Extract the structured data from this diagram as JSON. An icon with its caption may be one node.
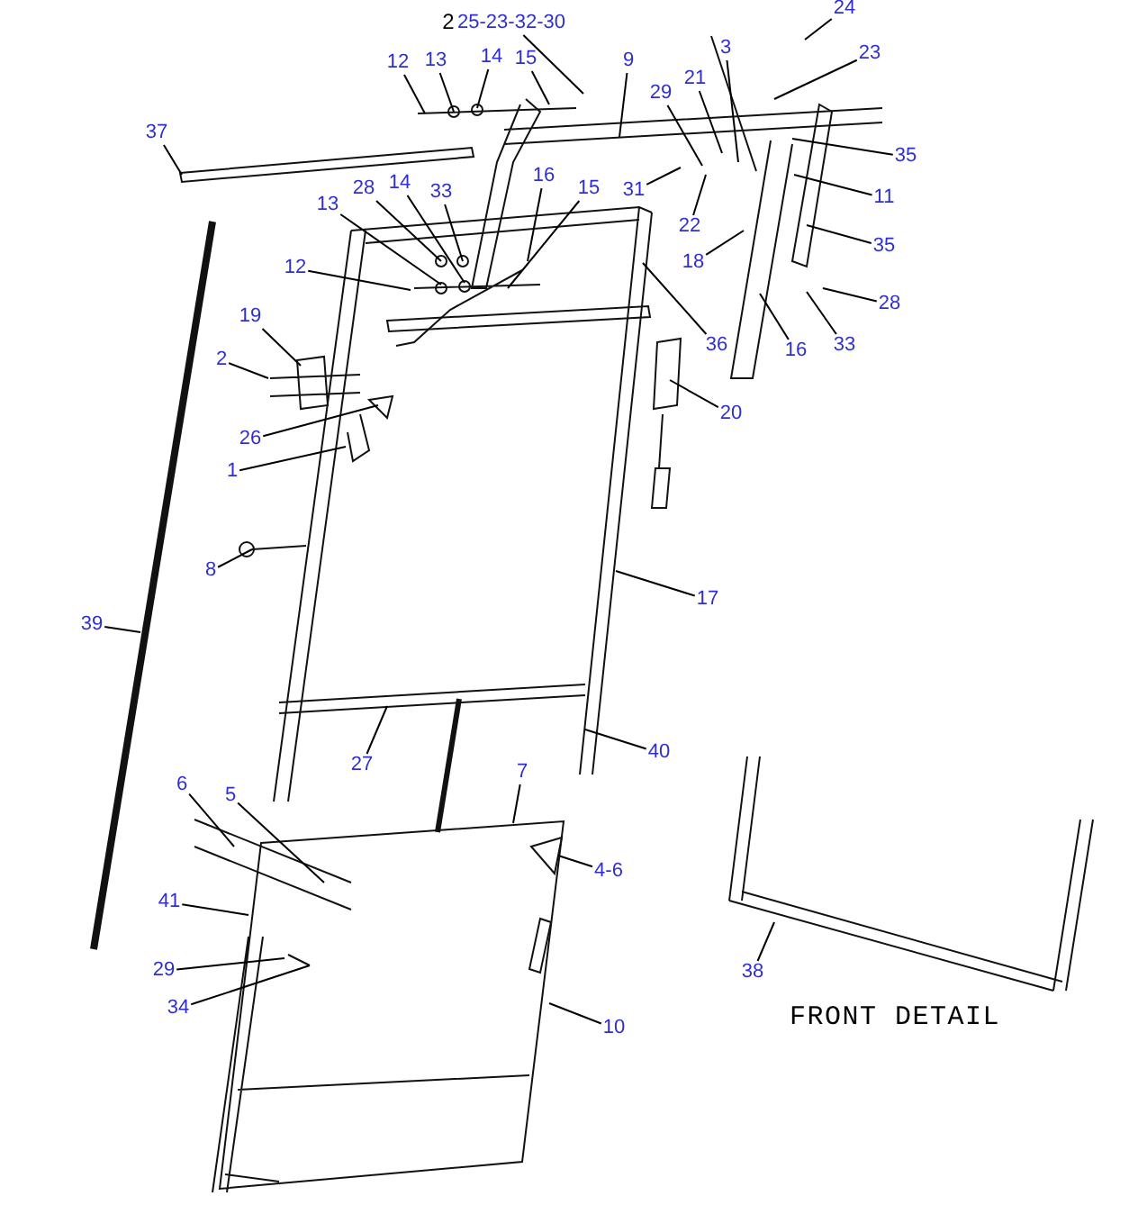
{
  "diagram": {
    "nodes": [
      {
        "text": [
          "25-23-32-30"
        ]
      },
      {
        "text": [
          "24"
        ]
      },
      {
        "text": [
          "12"
        ]
      },
      {
        "text": [
          "13"
        ]
      },
      {
        "text": [
          "14"
        ]
      },
      {
        "text": [
          "15"
        ]
      },
      {
        "text": [
          "9"
        ]
      },
      {
        "text": [
          "3"
        ]
      },
      {
        "text": [
          "23"
        ]
      },
      {
        "text": [
          "37"
        ]
      },
      {
        "text": [
          "21"
        ]
      },
      {
        "text": [
          "29"
        ]
      },
      {
        "text": [
          "35"
        ]
      },
      {
        "text": [
          "31"
        ]
      },
      {
        "text": [
          "22"
        ]
      },
      {
        "text": [
          "11"
        ]
      },
      {
        "text": [
          "28"
        ]
      },
      {
        "text": [
          "14"
        ]
      },
      {
        "text": [
          "33"
        ]
      },
      {
        "text": [
          "16"
        ]
      },
      {
        "text": [
          "15"
        ]
      },
      {
        "text": [
          "13"
        ]
      },
      {
        "text": [
          "35"
        ]
      },
      {
        "text": [
          "18"
        ]
      },
      {
        "text": [
          "12"
        ]
      },
      {
        "text": [
          "36"
        ]
      },
      {
        "text": [
          "28"
        ]
      },
      {
        "text": [
          "19"
        ]
      },
      {
        "text": [
          "33"
        ]
      },
      {
        "text": [
          "16"
        ]
      },
      {
        "text": [
          "2"
        ]
      },
      {
        "text": [
          "20"
        ]
      },
      {
        "text": [
          "26"
        ]
      },
      {
        "text": [
          "1"
        ]
      },
      {
        "text": [
          "8"
        ]
      },
      {
        "text": [
          "39"
        ]
      },
      {
        "text": [
          "17"
        ]
      },
      {
        "text": [
          "40"
        ]
      },
      {
        "text": [
          "27"
        ]
      },
      {
        "text": [
          "7"
        ]
      },
      {
        "text": [
          "6"
        ]
      },
      {
        "text": [
          "5"
        ]
      },
      {
        "text": [
          "4-6"
        ]
      },
      {
        "text": [
          "41"
        ]
      },
      {
        "text": [
          "38"
        ]
      },
      {
        "text": [
          "29"
        ]
      },
      {
        "text": [
          "34"
        ]
      },
      {
        "text": [
          "10"
        ]
      }
    ],
    "edges": [
      {
        "from": 0,
        "to": null,
        "arrow": "none"
      },
      {
        "from": 1,
        "to": null,
        "arrow": "none"
      },
      {
        "from": 2,
        "to": null,
        "arrow": "none"
      },
      {
        "from": 3,
        "to": null,
        "arrow": "none"
      },
      {
        "from": 4,
        "to": null,
        "arrow": "none"
      },
      {
        "from": 5,
        "to": null,
        "arrow": "none"
      },
      {
        "from": 6,
        "to": null,
        "arrow": "none"
      },
      {
        "from": 7,
        "to": null,
        "arrow": "none"
      },
      {
        "from": 8,
        "to": null,
        "arrow": "none"
      },
      {
        "from": 9,
        "to": null,
        "arrow": "none"
      },
      {
        "from": 10,
        "to": null,
        "arrow": "none"
      },
      {
        "from": 11,
        "to": null,
        "arrow": "none"
      },
      {
        "from": 12,
        "to": null,
        "arrow": "none"
      },
      {
        "from": 13,
        "to": null,
        "arrow": "none"
      },
      {
        "from": 14,
        "to": null,
        "arrow": "none"
      },
      {
        "from": 15,
        "to": null,
        "arrow": "none"
      },
      {
        "from": 16,
        "to": null,
        "arrow": "none"
      },
      {
        "from": 17,
        "to": null,
        "arrow": "none"
      },
      {
        "from": 18,
        "to": null,
        "arrow": "none"
      },
      {
        "from": 19,
        "to": null,
        "arrow": "none"
      },
      {
        "from": 20,
        "to": null,
        "arrow": "none"
      },
      {
        "from": 21,
        "to": null,
        "arrow": "none"
      },
      {
        "from": 22,
        "to": null,
        "arrow": "none"
      },
      {
        "from": 23,
        "to": null,
        "arrow": "none"
      },
      {
        "from": 24,
        "to": null,
        "arrow": "none"
      },
      {
        "from": 25,
        "to": null,
        "arrow": "none"
      },
      {
        "from": 26,
        "to": null,
        "arrow": "none"
      },
      {
        "from": 27,
        "to": null,
        "arrow": "none"
      },
      {
        "from": 28,
        "to": null,
        "arrow": "none"
      },
      {
        "from": 29,
        "to": null,
        "arrow": "none"
      },
      {
        "from": 30,
        "to": null,
        "arrow": "none"
      },
      {
        "from": 31,
        "to": null,
        "arrow": "none"
      },
      {
        "from": 32,
        "to": null,
        "arrow": "none"
      },
      {
        "from": 33,
        "to": null,
        "arrow": "none"
      },
      {
        "from": 34,
        "to": null,
        "arrow": "none"
      },
      {
        "from": 35,
        "to": null,
        "arrow": "none"
      },
      {
        "from": 36,
        "to": null,
        "arrow": "none"
      },
      {
        "from": 37,
        "to": null,
        "arrow": "none"
      },
      {
        "from": 38,
        "to": null,
        "arrow": "none"
      },
      {
        "from": 39,
        "to": null,
        "arrow": "none"
      },
      {
        "from": 40,
        "to": null,
        "arrow": "none"
      },
      {
        "from": 41,
        "to": null,
        "arrow": "none"
      },
      {
        "from": 42,
        "to": null,
        "arrow": "none"
      },
      {
        "from": 43,
        "to": null,
        "arrow": "none"
      },
      {
        "from": 44,
        "to": null,
        "arrow": "none"
      },
      {
        "from": 45,
        "to": null,
        "arrow": "none"
      },
      {
        "from": 46,
        "to": null,
        "arrow": "none"
      },
      {
        "from": 47,
        "to": null,
        "arrow": "none"
      }
    ],
    "labels": [
      "2",
      "FRONT DETAIL"
    ]
  }
}
